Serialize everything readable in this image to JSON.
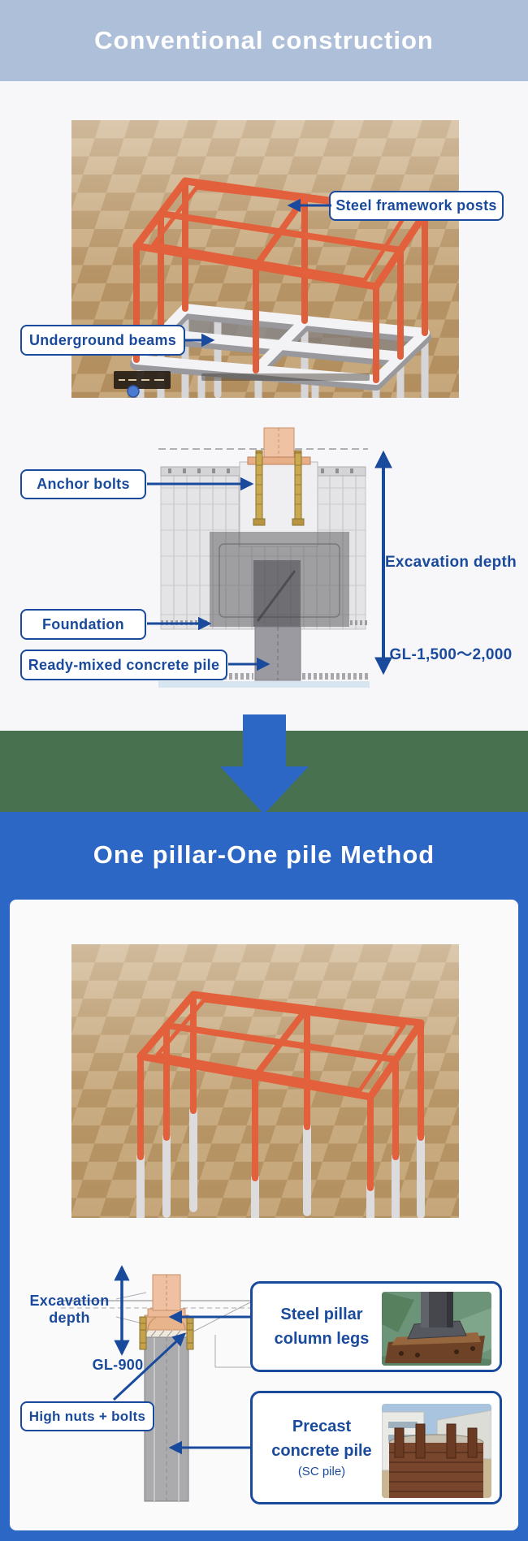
{
  "colors": {
    "navy": "#1A4A9C",
    "royal_blue": "#2D67C5",
    "light_blue_header": "#AEBFD9",
    "green_band": "#47714F",
    "page_bg": "#F7F7F9"
  },
  "section_conventional": {
    "title": "Conventional construction",
    "labels": {
      "steel_framework_posts": "Steel framework posts",
      "underground_beams": "Underground beams",
      "anchor_bolts": "Anchor bolts",
      "foundation": "Foundation",
      "ready_mixed_concrete_pile": "Ready-mixed concrete pile",
      "excavation_depth": "Excavation depth",
      "gl_depth": "GL-1,500〜2,000"
    }
  },
  "section_one_pillar": {
    "title": "One pillar-One pile Method",
    "labels": {
      "excavation_depth_line1": "Excavation",
      "excavation_depth_line2": "depth",
      "gl_depth": "GL-900",
      "high_nuts_bolts": "High nuts + bolts"
    },
    "cards": [
      {
        "line1": "Steel pillar",
        "line2": "column legs"
      },
      {
        "line1": "Precast",
        "line2": "concrete pile",
        "line3": "(SC pile)"
      }
    ]
  }
}
